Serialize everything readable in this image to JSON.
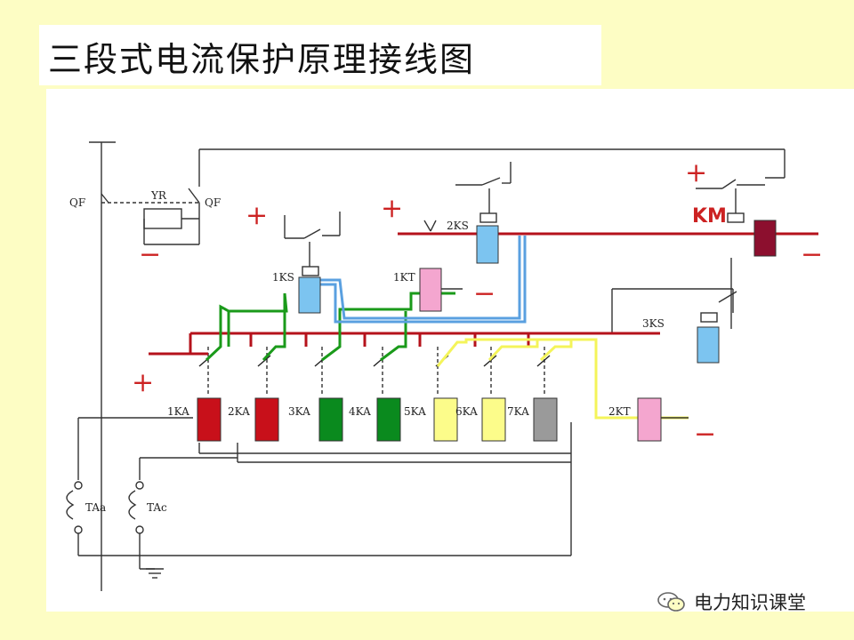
{
  "title": "三段式电流保护原理接线图",
  "labels": {
    "qf_left": "QF",
    "qf_right": "QF",
    "yr": "YR",
    "ks1": "1KS",
    "kt1": "1KT",
    "ks2": "2KS",
    "km": "KM",
    "ks3": "3KS",
    "ka1": "1KA",
    "ka2": "2KA",
    "ka3": "3KA",
    "ka4": "4KA",
    "ka5": "5KA",
    "ka6": "6KA",
    "ka7": "7KA",
    "kt2": "2KT",
    "taa": "TAa",
    "tac": "TAc"
  },
  "signs": {
    "plus": "+",
    "minus": "−"
  },
  "watermark": {
    "text": "电力知识课堂",
    "icon": "wechat-icon"
  },
  "colors": {
    "bus_red": "#b5121b",
    "relay_red": "#c8101a",
    "relay_green": "#0a8a1e",
    "relay_yellow": "#fcfc8a",
    "relay_gray": "#9a9a9a",
    "relay_blue": "#7cc4f0",
    "relay_pink": "#f4a6cf",
    "relay_km": "#8c0f2e",
    "wire_green": "#1a9a1a",
    "wire_blue": "#5aa0e0",
    "wire_yellow": "#f4f45a",
    "sign_red": "#cc2222"
  }
}
